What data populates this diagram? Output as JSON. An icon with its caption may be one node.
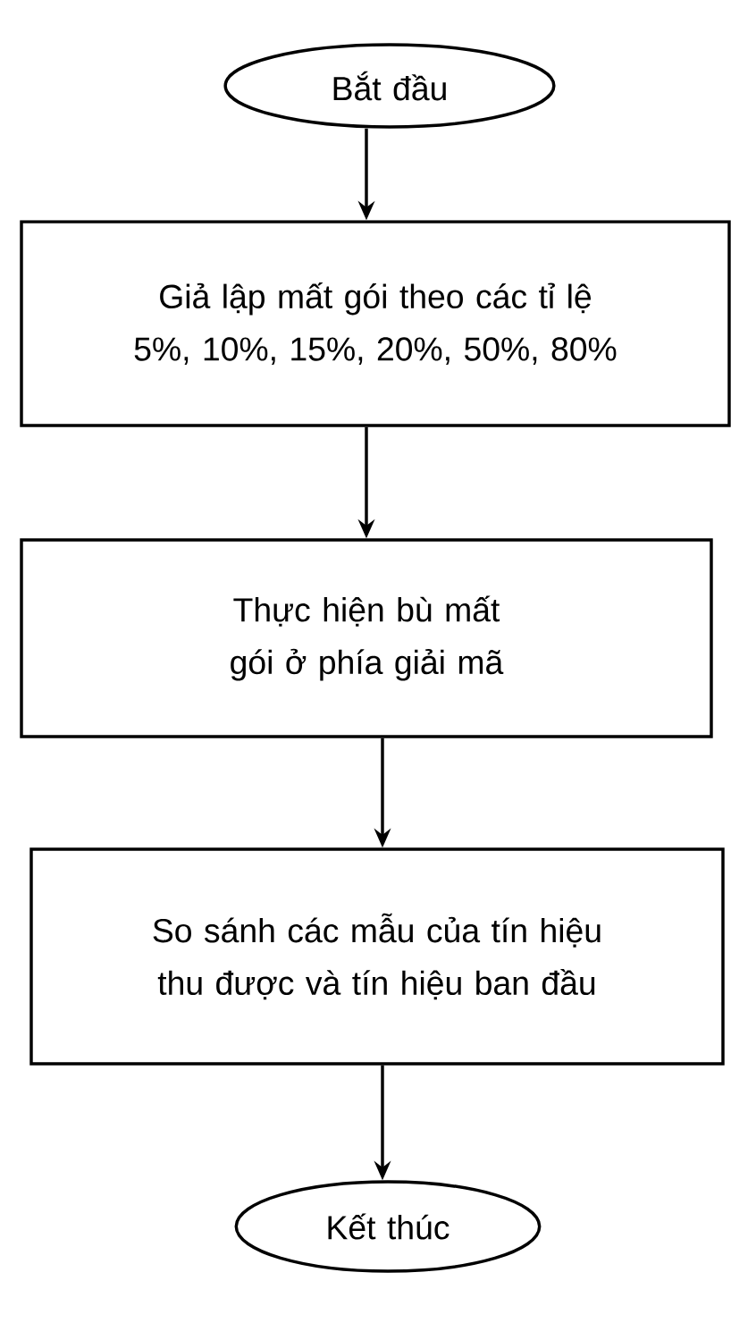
{
  "diagram": {
    "nodes": [
      {
        "text": [
          "Bắt đầu"
        ]
      },
      {
        "text": [
          "Giả lập mất gói theo các tỉ lệ 5%, 10%, 15%, 20%, 50%, 80%"
        ]
      },
      {
        "text": [
          "Thực hiện bù mất gói ở phía giải mã"
        ]
      },
      {
        "text": [
          "So sánh các mẫu của tín hiệu thu được và tín hiệu ban đầu"
        ]
      },
      {
        "text": [
          "Kết thúc"
        ]
      }
    ],
    "edges": [
      {
        "from": 0,
        "to": 1,
        "arrow": "to"
      },
      {
        "from": 1,
        "to": 2,
        "arrow": "to"
      },
      {
        "from": 2,
        "to": 3,
        "arrow": "to"
      },
      {
        "from": 3,
        "to": 4,
        "arrow": "to"
      }
    ]
  }
}
